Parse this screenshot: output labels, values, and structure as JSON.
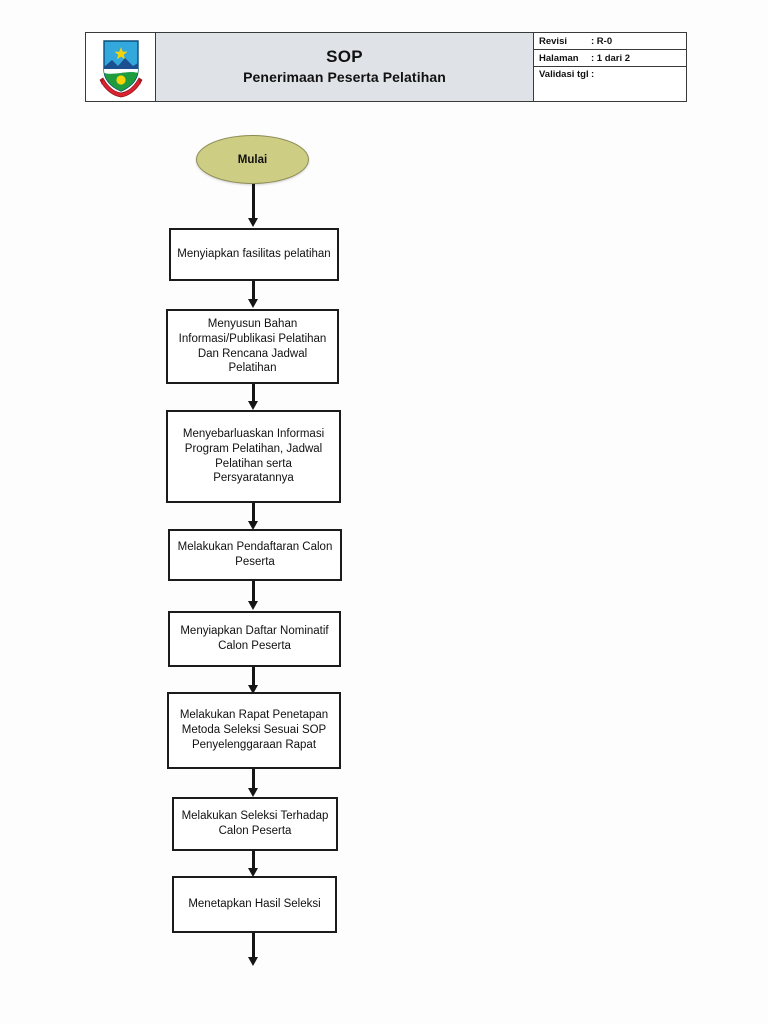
{
  "document": {
    "header": {
      "logo_alt": "Lambang Daerah",
      "title_main": "SOP",
      "title_sub": "Penerimaan Peserta Pelatihan",
      "meta": [
        {
          "label": "Revisi",
          "value": ": R-0"
        },
        {
          "label": "Halaman",
          "value": ": 1 dari 2"
        },
        {
          "label": "Validasi tgl",
          "value": ":"
        }
      ]
    },
    "colors": {
      "header_title_bg": "#dfe2e7",
      "terminator_fill": "#cdcd83",
      "border": "#1b1b1b",
      "logo_shield_blue": "#33a8dd",
      "logo_shield_green": "#1f9c3c",
      "logo_star_yellow": "#f5d40a",
      "logo_ribbon_red": "#d9232e",
      "logo_mountain_blue": "#1b4f8f"
    },
    "flowchart": {
      "type": "flowchart",
      "orientation": "top-to-bottom",
      "nodes": [
        {
          "id": "n0",
          "shape": "oval",
          "label": "Mulai"
        },
        {
          "id": "n1",
          "shape": "rectangle",
          "label": "Menyiapkan fasilitas pelatihan"
        },
        {
          "id": "n2",
          "shape": "rectangle",
          "label": "Menyusun Bahan Informasi/Publikasi Pelatihan Dan Rencana Jadwal Pelatihan"
        },
        {
          "id": "n3",
          "shape": "rectangle",
          "label": "Menyebarluaskan Informasi Program Pelatihan, Jadwal Pelatihan serta Persyaratannya"
        },
        {
          "id": "n4",
          "shape": "rectangle",
          "label": "Melakukan Pendaftaran Calon Peserta"
        },
        {
          "id": "n5",
          "shape": "rectangle",
          "label": "Menyiapkan Daftar Nominatif Calon Peserta"
        },
        {
          "id": "n6",
          "shape": "rectangle",
          "label": "Melakukan Rapat Penetapan Metoda Seleksi Sesuai SOP Penyelenggaraan Rapat"
        },
        {
          "id": "n7",
          "shape": "rectangle",
          "label": "Melakukan Seleksi Terhadap Calon Peserta"
        },
        {
          "id": "n8",
          "shape": "rectangle",
          "label": "Menetapkan Hasil Seleksi"
        }
      ],
      "edges": [
        {
          "from": "n0",
          "to": "n1",
          "style": "arrow"
        },
        {
          "from": "n1",
          "to": "n2",
          "style": "arrow"
        },
        {
          "from": "n2",
          "to": "n3",
          "style": "arrow"
        },
        {
          "from": "n3",
          "to": "n4",
          "style": "arrow"
        },
        {
          "from": "n4",
          "to": "n5",
          "style": "arrow"
        },
        {
          "from": "n5",
          "to": "n6",
          "style": "arrow"
        },
        {
          "from": "n6",
          "to": "n7",
          "style": "arrow"
        },
        {
          "from": "n7",
          "to": "n8",
          "style": "arrow"
        },
        {
          "from": "n8",
          "to": "continues-next-page",
          "style": "arrow"
        }
      ]
    }
  }
}
